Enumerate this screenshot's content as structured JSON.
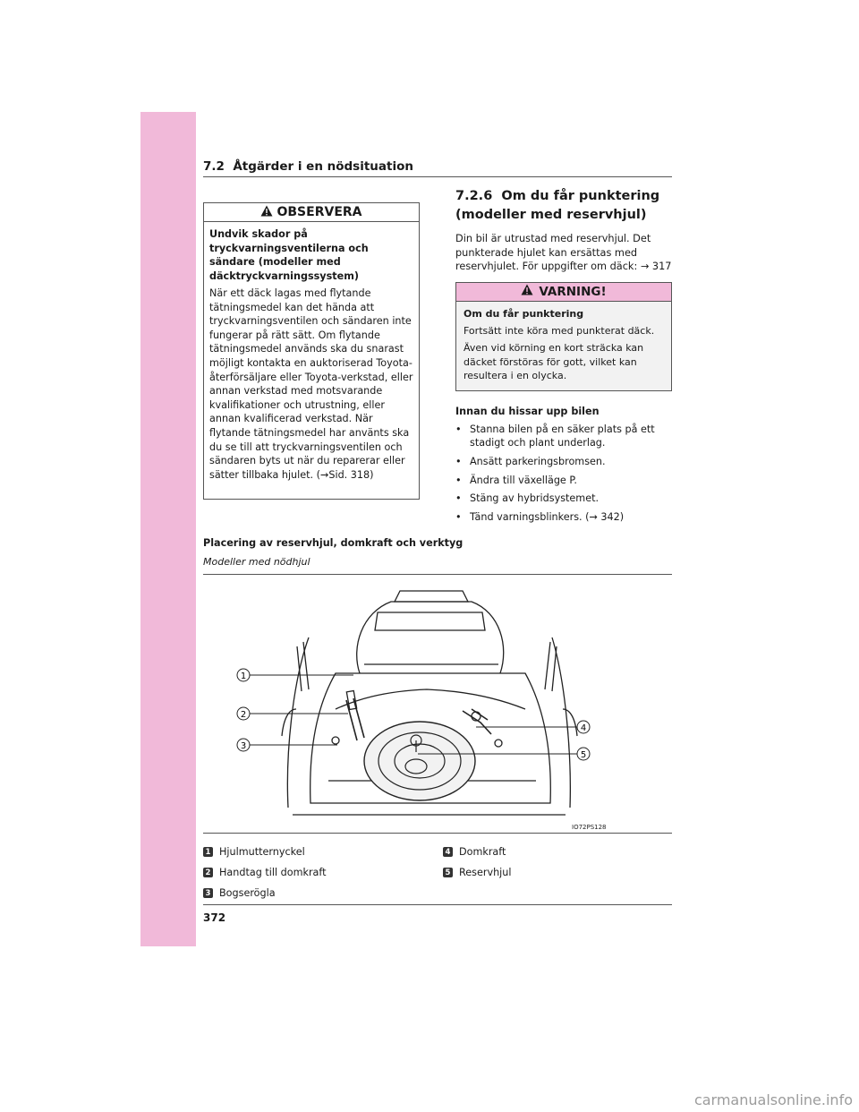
{
  "section": {
    "number": "7.2",
    "title": "Åtgärder i en nödsituation"
  },
  "observera": {
    "label": "OBSERVERA",
    "title": "Undvik skador på tryckvarningsventilerna och sändare (modeller med däcktryckvarningssystem)",
    "text": "När ett däck lagas med flytande tätningsmedel kan det hända att tryckvarningsventilen och sändaren inte fungerar på rätt sätt. Om flytande tätningsmedel används ska du snarast möjligt kontakta en auktoriserad Toyota-återförsäljare eller Toyota-verkstad, eller annan verkstad med motsvarande kvalifikationer och utrustning, eller annan kvalificerad verkstad. När flytande tätningsmedel har använts ska du se till att tryckvarningsventilen och sändaren byts ut när du reparerar eller sätter tillbaka hjulet. (→Sid. 318)"
  },
  "heading": {
    "number": "7.2.6",
    "title": "Om du får punktering (modeller med reservhjul)"
  },
  "intro": "Din bil är utrustad med reservhjul. Det punkterade hjulet kan ersättas med reservhjulet. För uppgifter om däck: → 317",
  "warning": {
    "label": "VARNING!",
    "title": "Om du får punktering",
    "text1": "Fortsätt inte köra med punkterat däck.",
    "text2": "Även vid körning en kort sträcka kan däcket förstöras för gott, vilket kan resultera i en olycka."
  },
  "before_lift": {
    "title": "Innan du hissar upp bilen",
    "bullets": [
      "Stanna bilen på en säker plats på ett stadigt och plant underlag.",
      "Ansätt parkeringsbromsen.",
      "Ändra till växelläge P.",
      "Stäng av hybridsystemet.",
      "Tänd varningsblinkers. (→ 342)"
    ]
  },
  "placement": {
    "title": "Placering av reservhjul, domkraft och verktyg",
    "models": "Modeller med nödhjul",
    "figure_code": "IO72PS128",
    "callouts": [
      "1",
      "2",
      "3",
      "4",
      "5"
    ]
  },
  "legend": [
    {
      "num": "1",
      "label": "Hjulmutternyckel"
    },
    {
      "num": "2",
      "label": "Handtag till domkraft"
    },
    {
      "num": "3",
      "label": "Bogserögla"
    },
    {
      "num": "4",
      "label": "Domkraft"
    },
    {
      "num": "5",
      "label": "Reservhjul"
    }
  ],
  "page_number": "372",
  "watermark": "carmanualsonline.info",
  "colors": {
    "accent_pink": "#f1b9d9",
    "rule": "#555555"
  }
}
